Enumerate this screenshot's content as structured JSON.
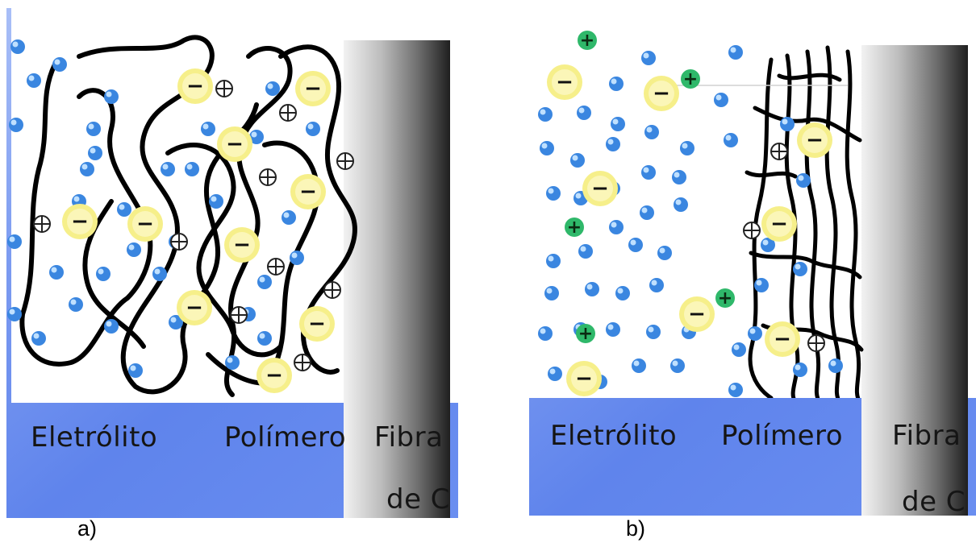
{
  "panels": [
    {
      "id": "a",
      "labels": {
        "electrolyte": "Eletrólito",
        "polymer": "Polímero",
        "fiber_line1": "Fibra",
        "fiber_line2": "de C"
      },
      "caption": "a)"
    },
    {
      "id": "b",
      "labels": {
        "electrolyte": "Eletrólito",
        "polymer": "Polímero",
        "fiber_line1": "Fibra",
        "fiber_line2": "de C"
      },
      "caption": "b)"
    }
  ],
  "symbols": {
    "anion": "−",
    "cation": "+"
  },
  "colors": {
    "anion_fill": "#f6ef8a",
    "cation_fill": "#2fb86a",
    "solvent_fill": "#3a86e0",
    "chain": "#000000"
  }
}
